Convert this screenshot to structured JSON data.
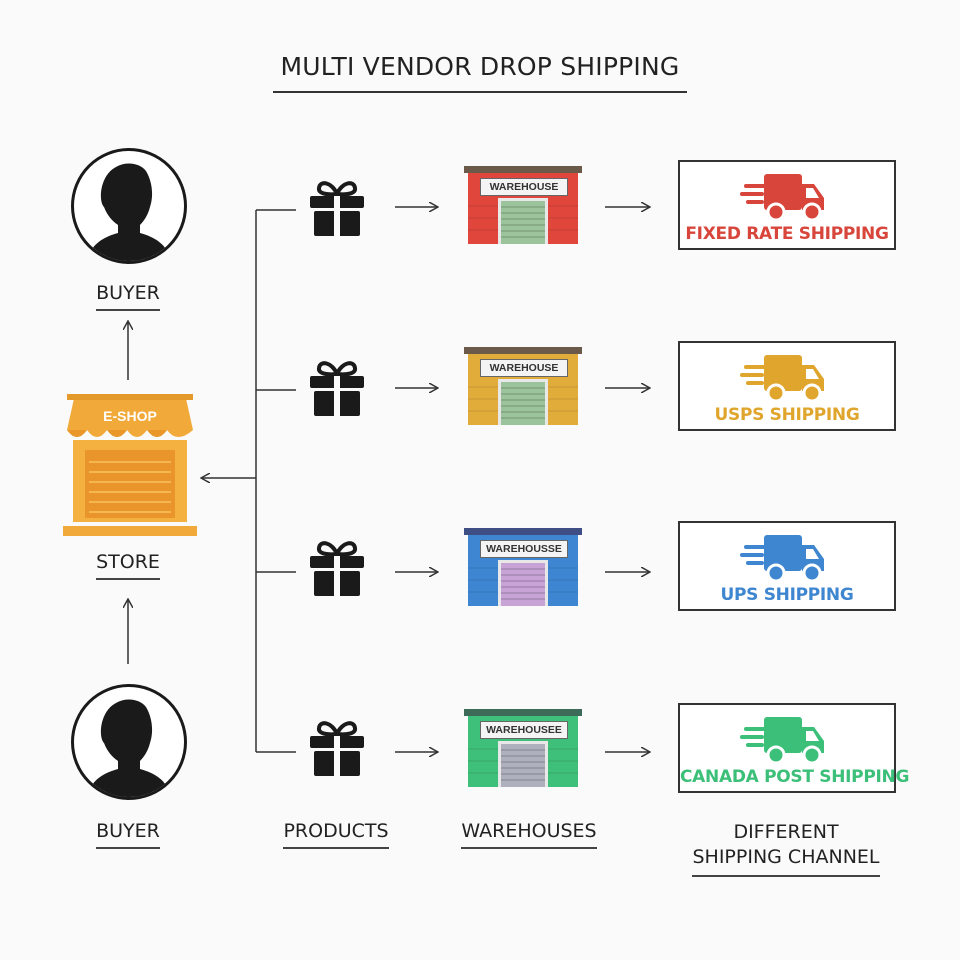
{
  "title": "MULTI VENDOR DROP SHIPPING",
  "buyer_top_label": "BUYER",
  "store_sign": "E-SHOP",
  "store_label": "STORE",
  "buyer_bottom_label": "BUYER",
  "column_labels": {
    "products": "PRODUCTS",
    "warehouses": "WAREHOUSES",
    "shipping_line1": "DIFFERENT",
    "shipping_line2": "SHIPPING CHANNEL"
  },
  "rows": [
    {
      "warehouse_sign": "WAREHOUSE",
      "warehouse_color": "#e0463c",
      "door_color": "#9cc49c",
      "roof_color": "#6b5a4a",
      "channel": "FIXED RATE SHIPPING",
      "channel_color": "#d8453b",
      "icon": "gift-icon"
    },
    {
      "warehouse_sign": "WAREHOUSE",
      "warehouse_color": "#e2ac3a",
      "door_color": "#9cc49c",
      "roof_color": "#6b5a4a",
      "channel": "USPS SHIPPING",
      "channel_color": "#e0a52c",
      "icon": "gift-icon"
    },
    {
      "warehouse_sign": "WAREHOUSSE",
      "warehouse_color": "#3e86d2",
      "door_color": "#c7a3d6",
      "roof_color": "#3f4f86",
      "channel": "UPS SHIPPING",
      "channel_color": "#3f86d0",
      "icon": "gift-icon"
    },
    {
      "warehouse_sign": "WAREHOUSEE",
      "warehouse_color": "#3fc07a",
      "door_color": "#aeb0bd",
      "roof_color": "#3e6a5a",
      "channel": "CANADA POST SHIPPING",
      "channel_color": "#3bbf79",
      "icon": "gift-icon"
    }
  ]
}
